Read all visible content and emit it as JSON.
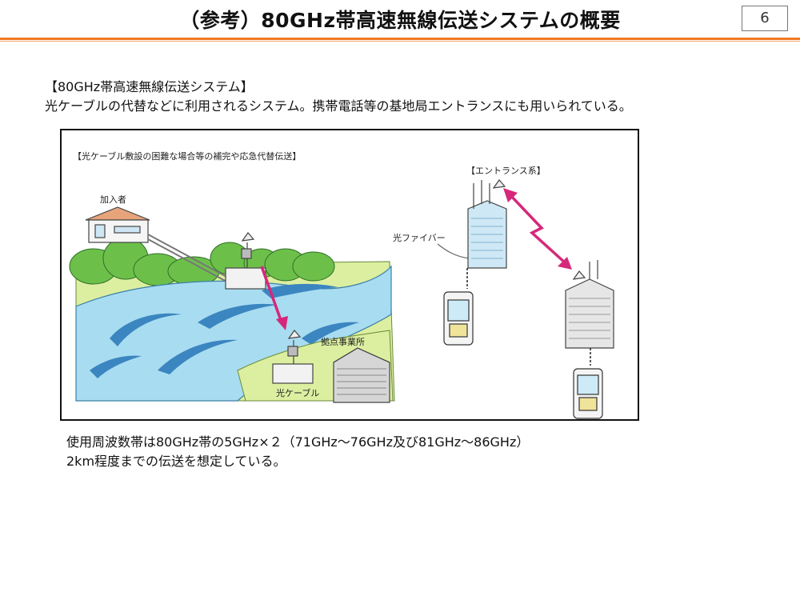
{
  "header": {
    "title": "（参考）80GHz帯高速無線伝送システムの概要",
    "page_number": "6"
  },
  "intro": {
    "heading": "【80GHz帯高速無線伝送システム】",
    "description": "光ケーブルの代替などに利用されるシステム。携帯電話等の基地局エントランスにも用いられている。"
  },
  "figure": {
    "left_caption": "【光ケーブル敷設の困難な場合等の補完や応急代替伝送】",
    "subscriber_label": "加入者",
    "hub_office_label": "拠点事業所",
    "optical_cable_label": "光ケーブル",
    "entrance_caption": "【エントランス系】",
    "optical_fiber_label": "光ファイバー"
  },
  "notes": {
    "line1": "使用周波数帯は80GHz帯の5GHz×２（71GHz～76GHz及び81GHz～86GHz）",
    "line2": "2km程度までの伝送を想定している。"
  },
  "colors": {
    "accent_rule": "#f07a22",
    "link_arrow": "#d6287a",
    "river": "#a8dcf0",
    "grass": "#dcefa0",
    "trees": "#6cc04a"
  }
}
